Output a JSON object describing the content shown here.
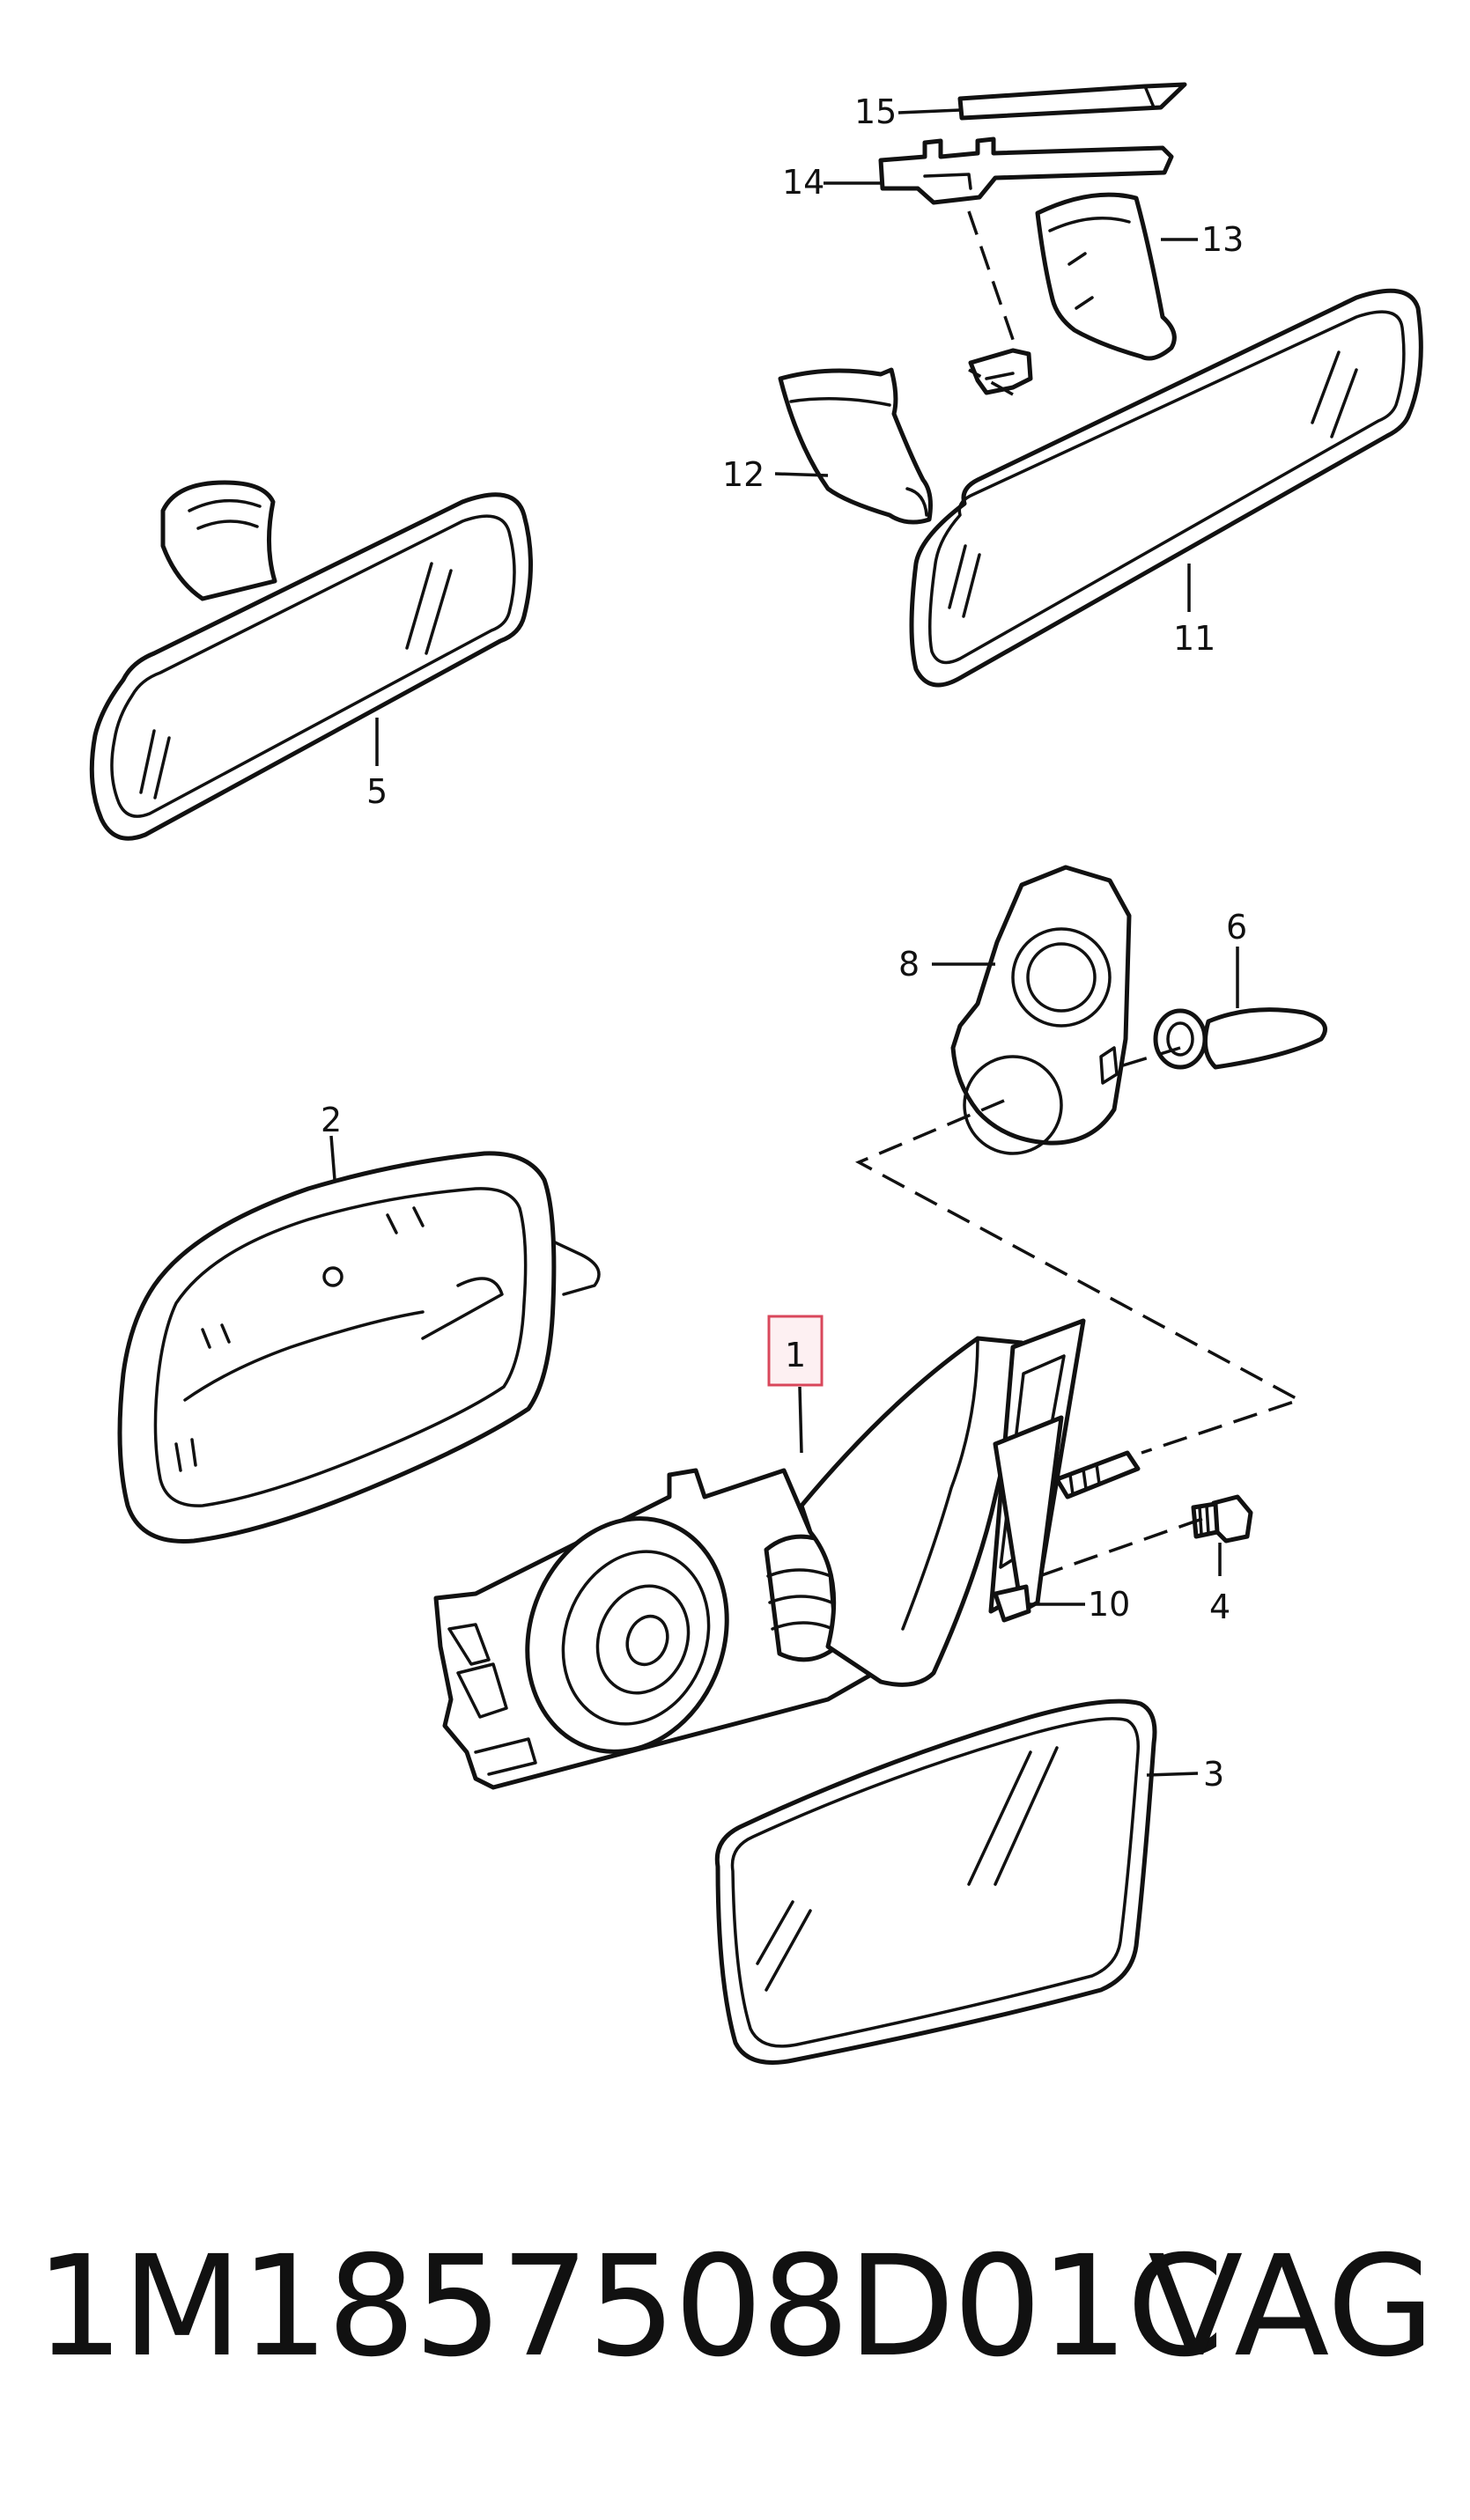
{
  "diagram": {
    "callouts": {
      "c1": "1",
      "c2": "2",
      "c3": "3",
      "c4": "4",
      "c5": "5",
      "c6": "6",
      "c8": "8",
      "c10": "10",
      "c11": "11",
      "c12": "12",
      "c13": "13",
      "c14": "14",
      "c15": "15"
    },
    "highlighted_part": "1",
    "highlight_color": "#d9475b"
  },
  "footer": {
    "part_number": "1M1857508D01C",
    "brand": "VAG"
  }
}
